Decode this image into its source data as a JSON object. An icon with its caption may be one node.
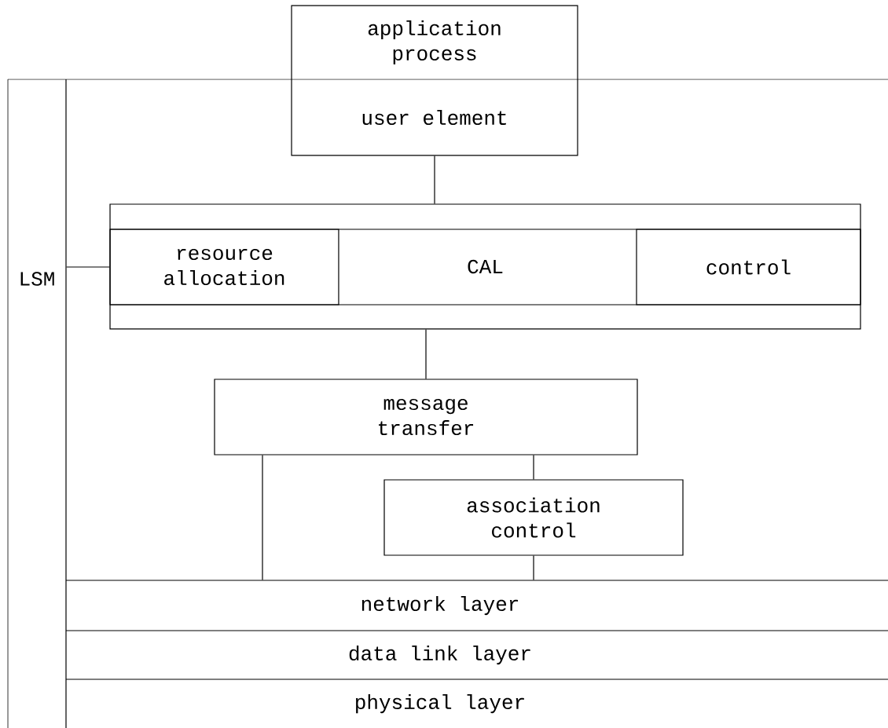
{
  "diagram": {
    "nodes": [
      {
        "text": [
          "application process",
          "user element"
        ]
      },
      {
        "text": [
          "CAL"
        ]
      },
      {
        "text": [
          "resource allocation"
        ],
        "in": 1
      },
      {
        "text": [
          "control"
        ],
        "in": 1
      },
      {
        "text": [
          "message transfer"
        ]
      },
      {
        "text": [
          "association control"
        ]
      },
      {
        "text": [
          "network layer"
        ]
      },
      {
        "text": [
          "data link layer"
        ]
      },
      {
        "text": [
          "physical layer"
        ]
      },
      {
        "text": [
          "LSM"
        ]
      }
    ],
    "edges": [
      {
        "from": 0,
        "to": 1,
        "arrow": "none"
      },
      {
        "from": 1,
        "to": 4,
        "arrow": "none"
      },
      {
        "from": 4,
        "to": 5,
        "arrow": "none"
      },
      {
        "from": 4,
        "to": 6,
        "arrow": "none"
      },
      {
        "from": 5,
        "to": 6,
        "arrow": "none"
      },
      {
        "from": 9,
        "to": 2,
        "arrow": "none"
      }
    ]
  }
}
